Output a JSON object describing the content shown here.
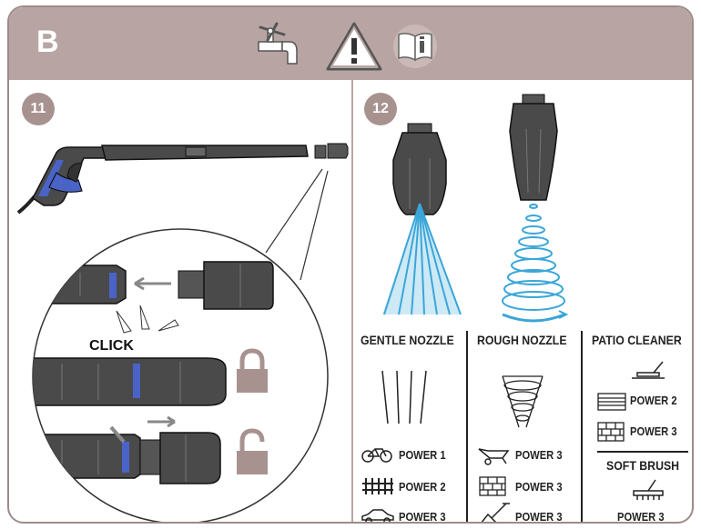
{
  "section": "B",
  "header_icons": [
    "water-tap-icon",
    "warning-icon",
    "manual-book-icon"
  ],
  "step11": {
    "number": "11",
    "click_label": "CLICK"
  },
  "step12": {
    "number": "12"
  },
  "colors": {
    "header": "#b8a5a3",
    "badge": "#a89290",
    "spray": "#3aa6d8",
    "grip": "#4a63c7",
    "body": "#3c3c3c"
  },
  "columns": [
    {
      "title": "GENTLE NOZZLE",
      "items": [
        {
          "icon": "bicycle-icon",
          "label": "POWER 1"
        },
        {
          "icon": "fence-icon",
          "label": "POWER 2"
        },
        {
          "icon": "car-icon",
          "label": "POWER 3"
        }
      ]
    },
    {
      "title": "ROUGH NOZZLE",
      "items": [
        {
          "icon": "wheelbarrow-icon",
          "label": "POWER 3"
        },
        {
          "icon": "brick-wall-icon",
          "label": "POWER 3"
        },
        {
          "icon": "shovel-icon",
          "label": "POWER 3"
        }
      ]
    },
    {
      "title": "PATIO CLEANER",
      "items": [
        {
          "icon": "deck-icon",
          "label": "POWER 2"
        },
        {
          "icon": "brick-wall-icon",
          "label": "POWER 3"
        }
      ],
      "sub_title": "SOFT BRUSH",
      "sub_items": [
        {
          "icon": "brush-icon",
          "label": "POWER 3"
        }
      ]
    }
  ]
}
